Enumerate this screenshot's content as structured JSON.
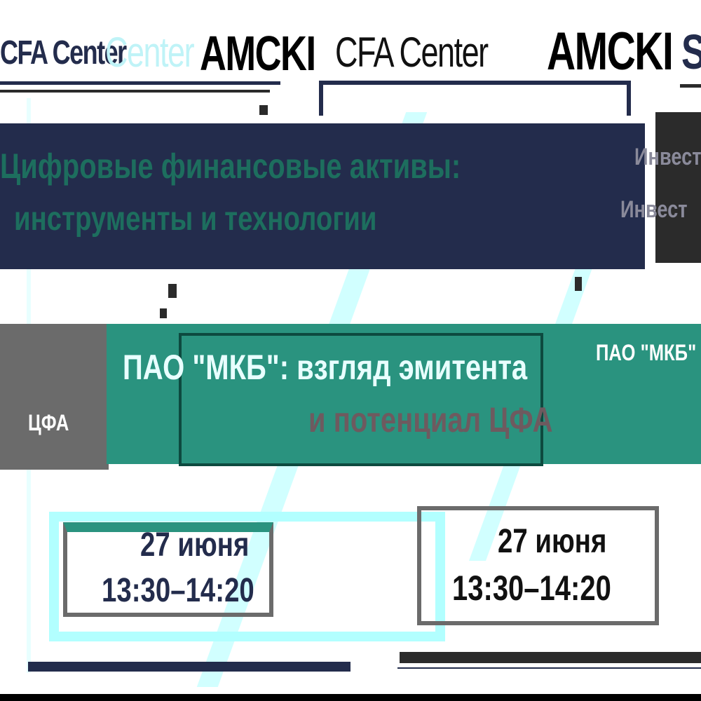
{
  "header": {
    "logo_cfa_1": "CFA Center",
    "logo_cfa_faded": "Center",
    "logo_amcki_1": "AMCKI",
    "logo_cfa_2": "CFA Center",
    "logo_amcki_2": "AMCKI",
    "logo_fragment": "S"
  },
  "banner": {
    "line1": "Цифровые финансовые активы:",
    "line2": "инструменты и технологии",
    "side_text_1": "Инвест",
    "side_text_2": "Инвест"
  },
  "speaker": {
    "line1": "ПАО \"МКБ\": взгляд эмитента",
    "line2": "и потенциал ЦФА",
    "side_text_1": "ПАО \"МКБ\"",
    "side_text_2": "ЦФА"
  },
  "schedule": {
    "date_left": "27 июня",
    "time_left": "13:30–14:20",
    "date_right": "27 июня",
    "time_right": "13:30–14:20"
  },
  "colors": {
    "navy": "#232c4c",
    "teal": "#2a937f",
    "cyan": "#b2ffff",
    "gray": "#6b6b6b"
  }
}
